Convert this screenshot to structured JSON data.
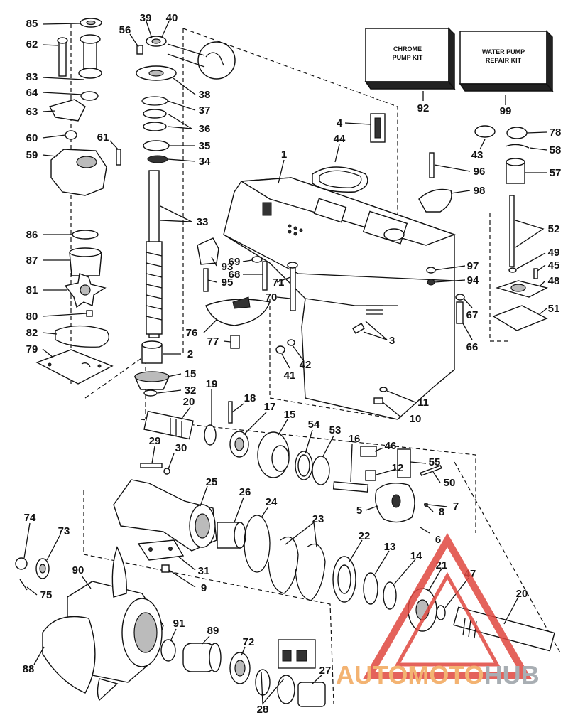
{
  "kits": {
    "chrome_line1": "CHROME",
    "chrome_line2": "PUMP KIT",
    "water_line1": "WATER PUMP",
    "water_line2": "REPAIR KIT"
  },
  "watermark": {
    "part1": "AUTO",
    "part2": "MOTO",
    "part3": "HUB",
    "color_orange": "#f2a65a",
    "color_red": "#e0473f",
    "color_gray": "#9aa0a6"
  },
  "callouts": [
    "85",
    "62",
    "83",
    "64",
    "63",
    "60",
    "59",
    "61",
    "56",
    "39",
    "40",
    "38",
    "37",
    "36",
    "35",
    "34",
    "33",
    "86",
    "87",
    "81",
    "80",
    "82",
    "79",
    "2",
    "15",
    "32",
    "93",
    "95",
    "69",
    "68",
    "71",
    "70",
    "76",
    "77",
    "1",
    "44",
    "4",
    "92",
    "99",
    "43",
    "78",
    "58",
    "57",
    "96",
    "98",
    "52",
    "49",
    "45",
    "48",
    "97",
    "94",
    "67",
    "51",
    "66",
    "3",
    "41",
    "42",
    "11",
    "10",
    "19",
    "20",
    "18",
    "17",
    "15",
    "54",
    "53",
    "16",
    "46",
    "12",
    "55",
    "50",
    "5",
    "7",
    "8",
    "6",
    "29",
    "30",
    "25",
    "26",
    "24",
    "23",
    "22",
    "13",
    "14",
    "21",
    "47",
    "20",
    "74",
    "73",
    "75",
    "31",
    "9",
    "90",
    "88",
    "91",
    "89",
    "72",
    "28",
    "27"
  ]
}
